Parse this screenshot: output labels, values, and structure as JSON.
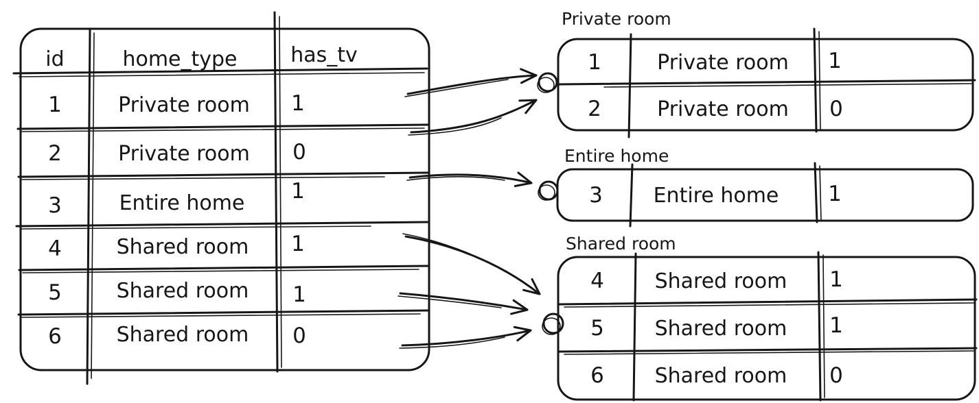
{
  "diagram": {
    "source_table": {
      "columns": [
        "id",
        "home_type",
        "has_tv"
      ],
      "rows": [
        {
          "id": "1",
          "home_type": "Private room",
          "has_tv": "1"
        },
        {
          "id": "2",
          "home_type": "Private room",
          "has_tv": "0"
        },
        {
          "id": "3",
          "home_type": "Entire home",
          "has_tv": "1"
        },
        {
          "id": "4",
          "home_type": "Shared room",
          "has_tv": "1"
        },
        {
          "id": "5",
          "home_type": "Shared room",
          "has_tv": "1"
        },
        {
          "id": "6",
          "home_type": "Shared room",
          "has_tv": "0"
        }
      ]
    },
    "groups": [
      {
        "label": "Private room",
        "rows": [
          {
            "id": "1",
            "home_type": "Private room",
            "has_tv": "1"
          },
          {
            "id": "2",
            "home_type": "Private room",
            "has_tv": "0"
          }
        ]
      },
      {
        "label": "Entire home",
        "rows": [
          {
            "id": "3",
            "home_type": "Entire home",
            "has_tv": "1"
          }
        ]
      },
      {
        "label": "Shared room",
        "rows": [
          {
            "id": "4",
            "home_type": "Shared room",
            "has_tv": "1"
          },
          {
            "id": "5",
            "home_type": "Shared room",
            "has_tv": "1"
          },
          {
            "id": "6",
            "home_type": "Shared room",
            "has_tv": "0"
          }
        ]
      }
    ],
    "colors": {
      "stroke": "#161616",
      "background": "#ffffff"
    }
  }
}
